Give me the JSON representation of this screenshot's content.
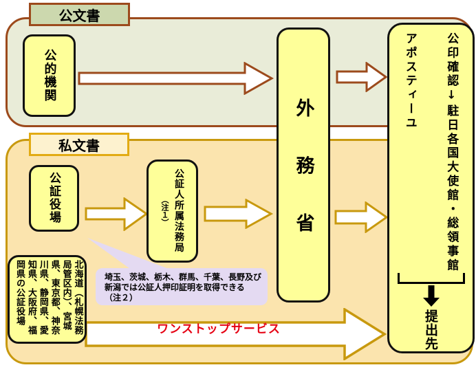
{
  "sections": {
    "official": {
      "label": "公文書"
    },
    "private": {
      "label": "私文書"
    }
  },
  "nodes": {
    "public_institution": {
      "label": "公的機関"
    },
    "mofa": {
      "label": "外務省"
    },
    "notary_office": {
      "label": "公証役場"
    },
    "legal_bureau": {
      "label": "公証人所属法務局",
      "note": "（注１）"
    },
    "regional_notary_list": {
      "label": "北海道（札幌法務局管区内）、宮城県、東京都、神奈川県、静岡県、愛知県、大阪府、福岡県の公証役場"
    },
    "result": {
      "public_path": "公印確認↓駐日各国大使館・総領事館",
      "private_path": "アポスティーユ",
      "destination": "提出先"
    }
  },
  "callout": {
    "lines": [
      "埼玉、茨城、栃木、群馬、千葉、長野及び",
      "新潟では公証人押印証明を取得できる",
      "（注２）"
    ]
  },
  "onestop": {
    "label": "ワンストップサービス"
  },
  "colors": {
    "official_border": "#9c4a1c",
    "official_fill": "#e9ecd8",
    "official_tab_fill": "#ccd8ae",
    "private_border": "#c8990e",
    "private_fill": "#fbe4ae",
    "private_tab_fill": "#fdf2cf",
    "node_fill": "#feff99",
    "callout_fill": "#e4daf2",
    "onestop_text": "#e60012"
  }
}
